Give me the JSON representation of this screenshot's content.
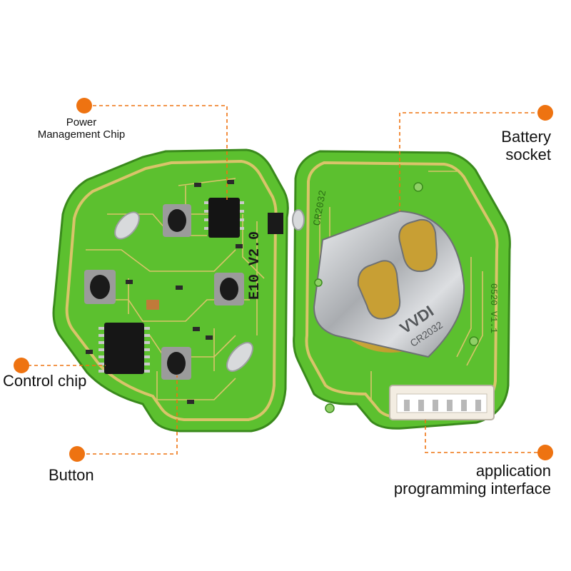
{
  "labels": {
    "power_line1": "Power",
    "power_line2": "Management Chip",
    "battery_line1": "Battery",
    "battery_line2": "socket",
    "control": "Control chip",
    "button": "Button",
    "api_line1": "application",
    "api_line2": "programming interface"
  },
  "board_markings": {
    "left_board_code": "E10 V2.0",
    "right_board_code": "CR2032",
    "right_board_version": "0520 V1.1",
    "battery_brand": "VVDI",
    "battery_type": "CR2032"
  },
  "colors": {
    "accent_dot": "#ee7311",
    "leader_line": "#ee7311",
    "pcb_green": "#5cc02f",
    "pcb_edge": "#3a8a1c",
    "trace": "#d9c46a",
    "metal": "#c7c9cc"
  }
}
